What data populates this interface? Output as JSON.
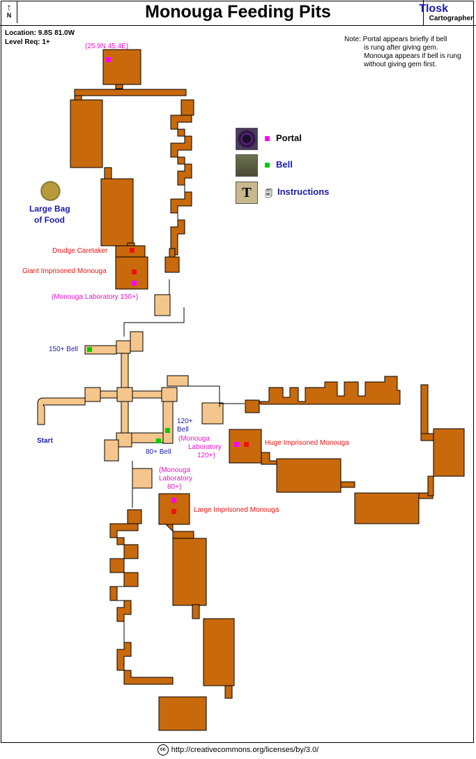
{
  "header": {
    "north_label": "N",
    "title": "Monouga Feeding Pits",
    "author": "Tlosk",
    "author_role": "Cartographer"
  },
  "info": {
    "location": "Location: 9.8S 81.0W",
    "level_req": "Level Req: 1+"
  },
  "note": {
    "line1": "Note: Portal appears briefly if bell",
    "line2": "is rung after giving gem.",
    "line3": "Monouga appears if bell is rung",
    "line4": "without giving gem first."
  },
  "legend": [
    {
      "icon": "portal-icon",
      "label": "Portal",
      "marker_color": "#ff00ff",
      "text_color": "#000000"
    },
    {
      "icon": "bell-icon",
      "label": "Bell",
      "marker_color": "#00cc00",
      "text_color": "#1a1ab0"
    },
    {
      "icon": "instructions-icon",
      "label": "Instructions",
      "marker_color": "#000000",
      "text_color": "#1a1ab0"
    }
  ],
  "item": {
    "line1": "Large Bag",
    "line2": "of Food"
  },
  "labels": {
    "coords": "(25.9N 45.4E)",
    "drudge": "Drudge Caretaker",
    "giant": "Giant Imprisoned Monouga",
    "lab150": "(Monouga Laboratory 150+)",
    "bell150": "150+ Bell",
    "start": "Start",
    "bell120_a": "120+",
    "bell120_b": "Bell",
    "lab120_a": "(Monouga",
    "lab120_b": "Laboratory",
    "lab120_c": "120+)",
    "huge": "Huge Imprisoned Monouga",
    "bell80": "80+ Bell",
    "lab80_a": "(Monouga",
    "lab80_b": "Laboratory",
    "lab80_c": "80+)",
    "large": "Large Imprisoned Monouga"
  },
  "colors": {
    "dungeon": "#c8690c",
    "corridor": "#f5c68c",
    "outline": "#000000",
    "portal": "#ff00ff",
    "bell": "#00cc00",
    "npc": "#ee1111"
  },
  "footer": {
    "cc_symbol": "cc",
    "license_url": "http://creativecommons.org/licenses/by/3.0/"
  }
}
